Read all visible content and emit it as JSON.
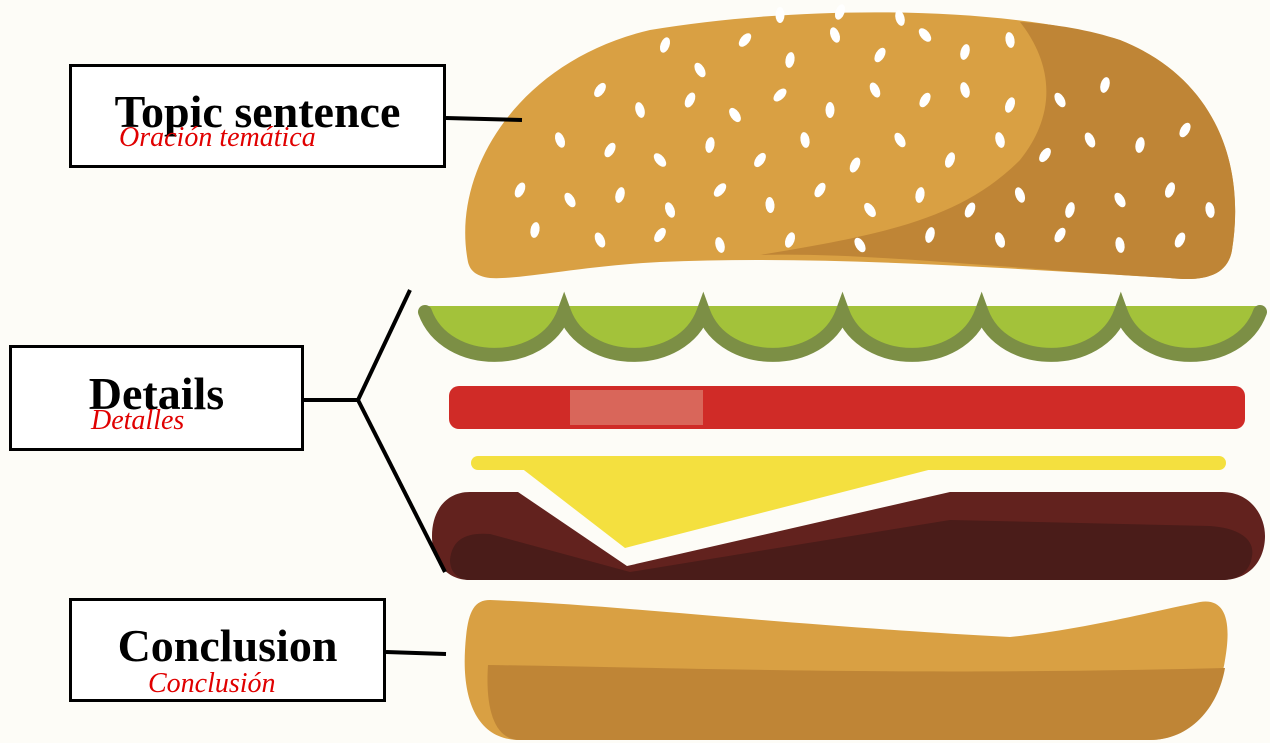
{
  "labels": {
    "topic": {
      "title": "Topic sentence",
      "subtitle": "Oración temática"
    },
    "details": {
      "title": "Details",
      "subtitle": "Detalles"
    },
    "conclusion": {
      "title": "Conclusion",
      "subtitle": "Conclusión"
    }
  },
  "colors": {
    "background": "#fdfcf7",
    "bun_light": "#d9a043",
    "bun_dark": "#bf8536",
    "seed": "#ffffff",
    "lettuce": "#a3c23a",
    "lettuce_edge": "#7c8f45",
    "tomato": "#d02b27",
    "tomato_highlight": "#d9665a",
    "cheese": "#f4e03f",
    "patty": "#62221e",
    "patty_dark": "#4a1c19",
    "subtitle_text": "#e00000",
    "line": "#000000"
  }
}
